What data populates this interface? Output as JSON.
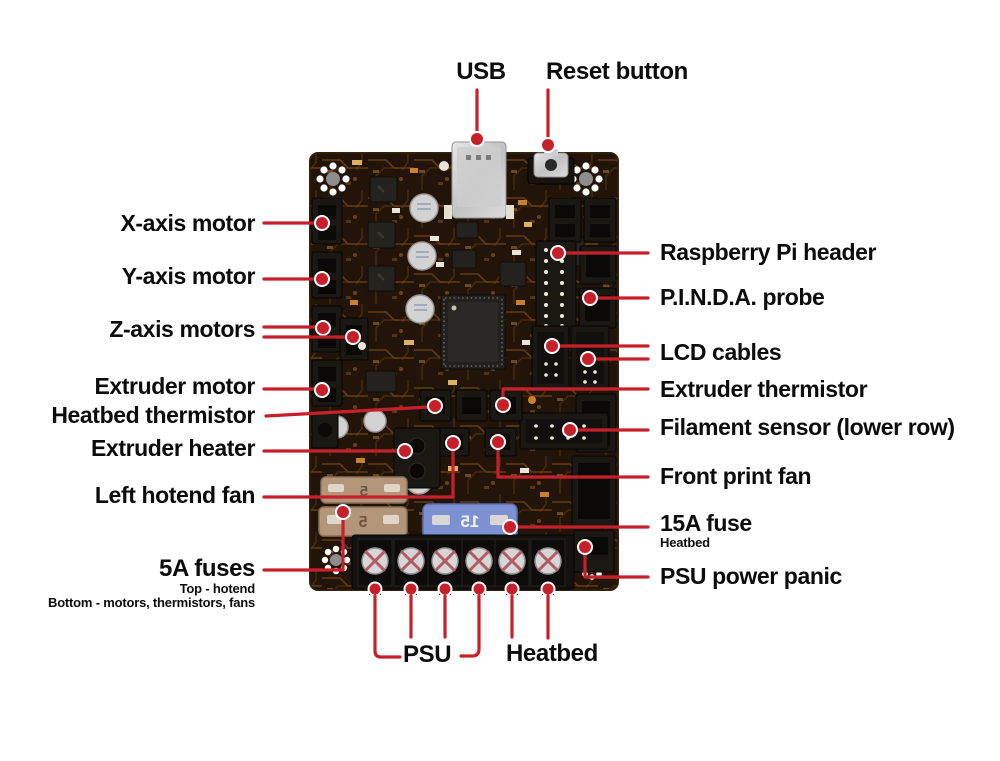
{
  "labels": {
    "top": [
      {
        "id": "usb",
        "text": "USB"
      },
      {
        "id": "reset-button",
        "text": "Reset button"
      }
    ],
    "left": [
      {
        "id": "x-axis-motor",
        "text": "X-axis motor"
      },
      {
        "id": "y-axis-motor",
        "text": "Y-axis motor"
      },
      {
        "id": "z-axis-motors",
        "text": "Z-axis motors"
      },
      {
        "id": "extruder-motor",
        "text": "Extruder motor"
      },
      {
        "id": "heatbed-thermistor",
        "text": "Heatbed thermistor"
      },
      {
        "id": "extruder-heater",
        "text": "Extruder heater"
      },
      {
        "id": "left-hotend-fan",
        "text": "Left hotend fan"
      },
      {
        "id": "5a-fuses",
        "text": "5A fuses",
        "sub_top": "Top - hotend",
        "sub_bottom": "Bottom - motors, thermistors, fans"
      }
    ],
    "right": [
      {
        "id": "raspberry-pi-header",
        "text": "Raspberry Pi header"
      },
      {
        "id": "pinda-probe",
        "text": "P.I.N.D.A. probe"
      },
      {
        "id": "lcd-cables",
        "text": "LCD cables"
      },
      {
        "id": "extruder-thermistor",
        "text": "Extruder thermistor"
      },
      {
        "id": "filament-sensor",
        "text": "Filament sensor (lower row)"
      },
      {
        "id": "front-print-fan",
        "text": "Front print fan"
      },
      {
        "id": "15a-fuse",
        "text": "15A fuse",
        "sub": "Heatbed"
      },
      {
        "id": "psu-power-panic",
        "text": "PSU power panic"
      }
    ],
    "bottom": [
      {
        "id": "psu",
        "text": "PSU"
      },
      {
        "id": "heatbed",
        "text": "Heatbed"
      }
    ]
  },
  "board": {
    "fuses": {
      "five_a": "5",
      "fifteen_a": "15"
    }
  },
  "colors": {
    "accent_red": "#c8202a",
    "label_text": "#0c0c0c",
    "pcb_dark": "#241609",
    "trace_copper": "#a9671f",
    "fuse_5a_body": "#b3957a",
    "fuse_15a_body": "#7c90d2"
  }
}
